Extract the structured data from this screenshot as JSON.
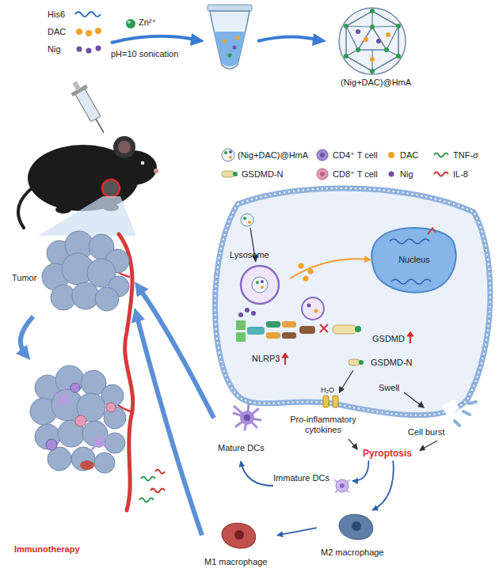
{
  "diagram": {
    "nodes": [
      {
        "text": [
          "Tumor"
        ]
      },
      {
        "text": [
          "Immunotherapy"
        ]
      },
      {
        "text": [
          "Lysosome"
        ]
      },
      {
        "text": [
          "Nucleus"
        ]
      },
      {
        "text": [
          "Pyroptosis"
        ]
      },
      {
        "text": [
          "Immature DCs"
        ]
      },
      {
        "text": [
          "Mature DCs"
        ]
      },
      {
        "text": [
          "M2 macrophage"
        ]
      },
      {
        "text": [
          "M1 macrophage"
        ]
      }
    ],
    "edges": [
      {
        "from": 0,
        "to": 1,
        "arrow": "to"
      },
      {
        "from": 2,
        "to": 3,
        "arrow": "to"
      },
      {
        "from": 4,
        "to": 5,
        "arrow": "to"
      },
      {
        "from": 5,
        "to": 6,
        "arrow": "to"
      },
      {
        "from": 6,
        "to": 0,
        "arrow": "to"
      },
      {
        "from": 4,
        "to": 7,
        "arrow": "to"
      },
      {
        "from": 7,
        "to": 8,
        "arrow": "to"
      },
      {
        "from": 8,
        "to": 0,
        "arrow": "to"
      }
    ],
    "labels": [
      "His6",
      "DAC",
      "Nig",
      "Zn²⁺",
      "pH=10 sonication",
      "(Nig+DAC)@HmA",
      "NLRP3",
      "GSDMD",
      "GSDMD-N",
      "Swell",
      "H₂O",
      "Pro-inflammatory cytokines",
      "Cell burst"
    ],
    "legend": [
      {
        "text": "(Nig+DAC)@HmA"
      },
      {
        "text": "CD4⁺ T cell"
      },
      {
        "text": "DAC"
      },
      {
        "text": "TNF-σ"
      },
      {
        "text": "GSDMD-N"
      },
      {
        "text": "CD8⁺ T cell"
      },
      {
        "text": "Nig"
      },
      {
        "text": "IL-8"
      }
    ]
  }
}
